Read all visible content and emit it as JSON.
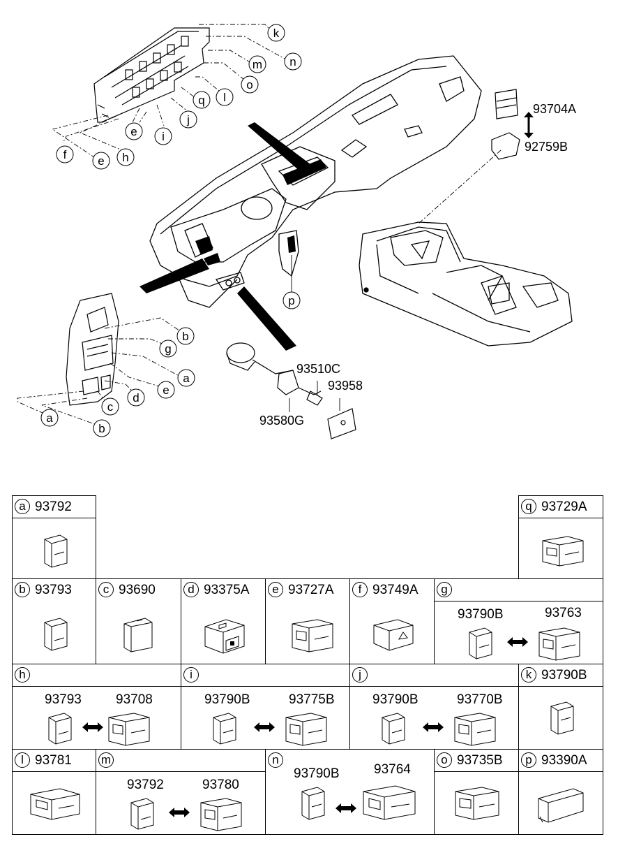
{
  "diagram": {
    "callouts": {
      "k": "k",
      "n": "n",
      "m": "m",
      "o": "o",
      "q": "q",
      "l": "l",
      "j": "j",
      "i": "i",
      "e1": "e",
      "h": "h",
      "e2": "e",
      "f": "f",
      "b1": "b",
      "g": "g",
      "a1": "a",
      "e3": "e",
      "d": "d",
      "c": "c",
      "a2": "a",
      "b2": "b",
      "p": "p"
    },
    "part_numbers": {
      "p93704A": "93704A",
      "p92759B": "92759B",
      "p93510C": "93510C",
      "p93958": "93958",
      "p93580G": "93580G"
    }
  },
  "cells": {
    "a": {
      "letter": "a",
      "code": "93792"
    },
    "q": {
      "letter": "q",
      "code": "93729A"
    },
    "b": {
      "letter": "b",
      "code": "93793"
    },
    "c": {
      "letter": "c",
      "code": "93690"
    },
    "d": {
      "letter": "d",
      "code": "93375A"
    },
    "e": {
      "letter": "e",
      "code": "93727A"
    },
    "f": {
      "letter": "f",
      "code": "93749A"
    },
    "g": {
      "letter": "g",
      "code": "",
      "left": "93790B",
      "right": "93763"
    },
    "h": {
      "letter": "h",
      "code": "",
      "left": "93793",
      "right": "93708"
    },
    "i": {
      "letter": "i",
      "code": "",
      "left": "93790B",
      "right": "93775B"
    },
    "j": {
      "letter": "j",
      "code": "",
      "left": "93790B",
      "right": "93770B"
    },
    "k": {
      "letter": "k",
      "code": "93790B"
    },
    "l": {
      "letter": "l",
      "code": "93781"
    },
    "m": {
      "letter": "m",
      "code": "",
      "left": "93792",
      "right": "93780"
    },
    "n": {
      "letter": "n",
      "code": "",
      "left": "93790B",
      "right": "93764"
    },
    "o": {
      "letter": "o",
      "code": "93735B"
    },
    "p": {
      "letter": "p",
      "code": "93390A"
    }
  }
}
